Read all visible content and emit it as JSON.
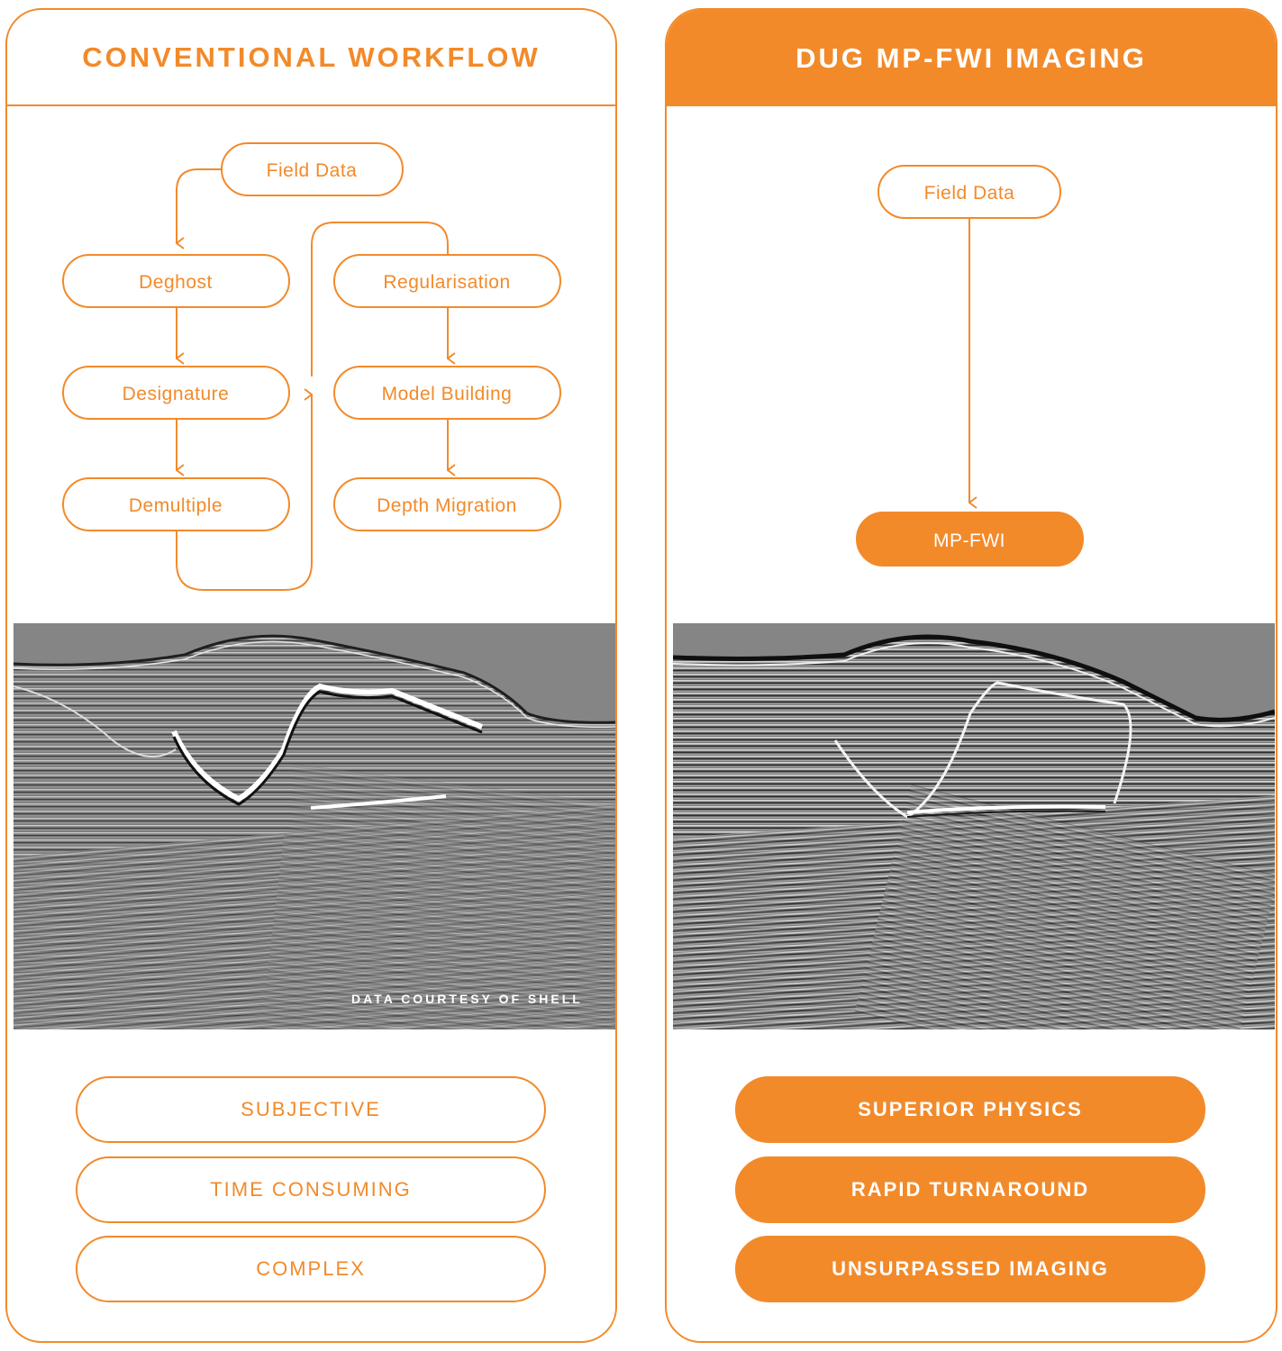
{
  "left": {
    "title": "CONVENTIONAL WORKFLOW",
    "flow": {
      "field_data": "Field Data",
      "deghost": "Deghost",
      "designature": "Designature",
      "demultiple": "Demultiple",
      "regularisation": "Regularisation",
      "model_building": "Model Building",
      "depth_migration": "Depth Migration"
    },
    "credit": "DATA COURTESY OF SHELL",
    "attributes": [
      "SUBJECTIVE",
      "TIME CONSUMING",
      "COMPLEX"
    ]
  },
  "right": {
    "title": "DUG MP-FWI IMAGING",
    "flow": {
      "field_data": "Field Data",
      "mp_fwi": "MP-FWI"
    },
    "attributes": [
      "SUPERIOR PHYSICS",
      "RAPID TURNAROUND",
      "UNSURPASSED IMAGING"
    ]
  },
  "colors": {
    "accent": "#f28a2a",
    "seismic_background": "#858585"
  }
}
